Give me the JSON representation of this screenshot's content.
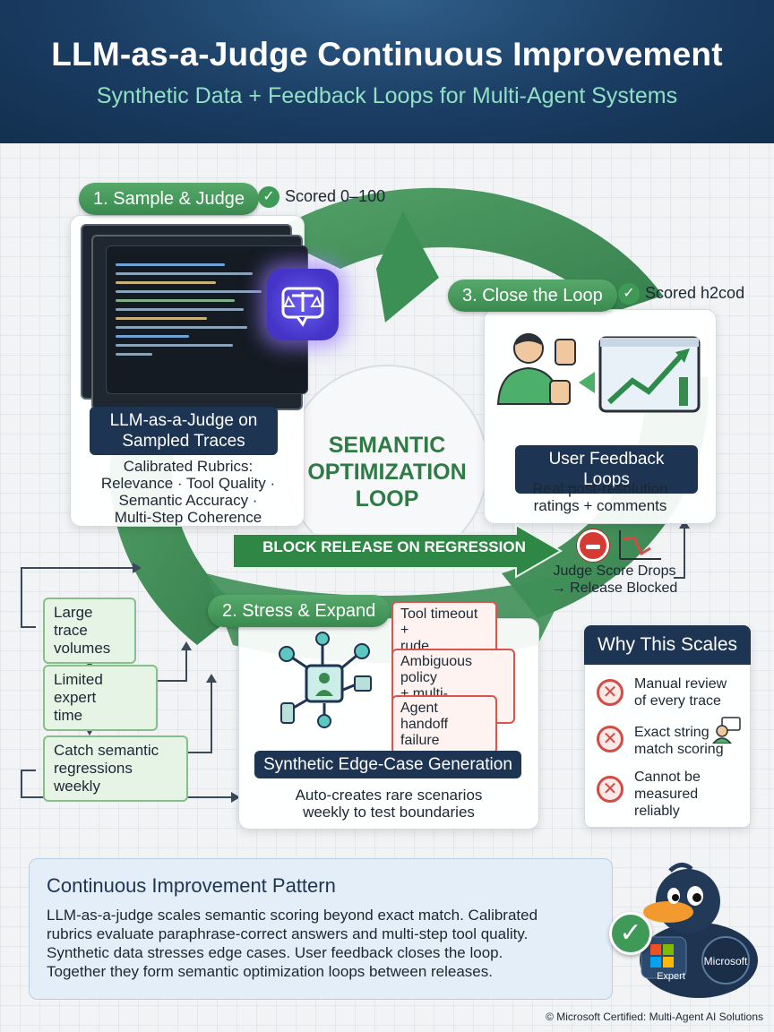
{
  "header": {
    "title": "LLM-as-a-Judge Continuous Improvement",
    "subtitle": "Synthetic Data + Feedback Loops for Multi-Agent Systems"
  },
  "center": {
    "line1": "SEMANTIC",
    "line2": "OPTIMIZATION",
    "line3": "LOOP"
  },
  "step1": {
    "pill": "1. Sample & Judge",
    "scored": "Scored 0–100",
    "label_line1": "LLM-as-a-Judge on",
    "label_line2": "Sampled Traces",
    "desc_line1": "Calibrated Rubrics:",
    "desc_line2": "Relevance · Tool Quality ·",
    "desc_line3": "Semantic Accuracy ·",
    "desc_line4": "Multi-Step Coherence",
    "icon": "judge-scales-icon"
  },
  "step3": {
    "pill": "3. Close the Loop",
    "scored": "Scored h2cod",
    "label": "User Feedback Loops",
    "desc_line1": "Real post-resolution",
    "desc_line2": "ratings + comments",
    "icon": "feedback-chart-icon"
  },
  "release": {
    "arrow_label": "BLOCK RELEASE ON REGRESSION",
    "blocked_line1": "Judge Score Drops",
    "blocked_line2": "→ Release Blocked"
  },
  "step2": {
    "pill": "2. Stress & Expand",
    "edge_cases": [
      {
        "line1": "Tool timeout +",
        "line2": "rude customer"
      },
      {
        "line1": "Ambiguous policy",
        "line2": "+ multi-language"
      },
      {
        "line1": "Agent handoff",
        "line2": "failure"
      }
    ],
    "label": "Synthetic Edge-Case Generation",
    "desc_line1": "Auto-creates rare scenarios",
    "desc_line2": "weekly to test boundaries"
  },
  "flow": {
    "items": [
      {
        "line1": "Large trace",
        "line2": "volumes"
      },
      {
        "line1": "Limited expert",
        "line2": "time"
      },
      {
        "line1": "Catch semantic",
        "line2": "regressions weekly"
      }
    ]
  },
  "why": {
    "title": "Why This Scales",
    "items": [
      {
        "line1": "Manual review",
        "line2": "of every trace"
      },
      {
        "line1": "Exact string",
        "line2": "match scoring"
      },
      {
        "line1": "Cannot be",
        "line2": "measured",
        "line3": "reliably"
      }
    ]
  },
  "pattern": {
    "title": "Continuous Improvement Pattern",
    "lines": [
      "LLM-as-a-judge scales semantic scoring beyond exact match. Calibrated",
      "rubrics evaluate paraphrase-correct answers and multi-step tool quality.",
      "Synthetic data stresses edge cases. User feedback closes the loop.",
      "Together they form semantic optimization loops between releases."
    ]
  },
  "mascot": {
    "badge_left": "Expert",
    "badge_right": "Microsoft"
  },
  "footer": "© Microsoft Certified: Multi-Agent AI Solutions",
  "colors": {
    "header_bg": "#1b3d63",
    "accent_green": "#3a8a4f",
    "navy_label": "#1d3553",
    "alert_red": "#d24b44"
  }
}
